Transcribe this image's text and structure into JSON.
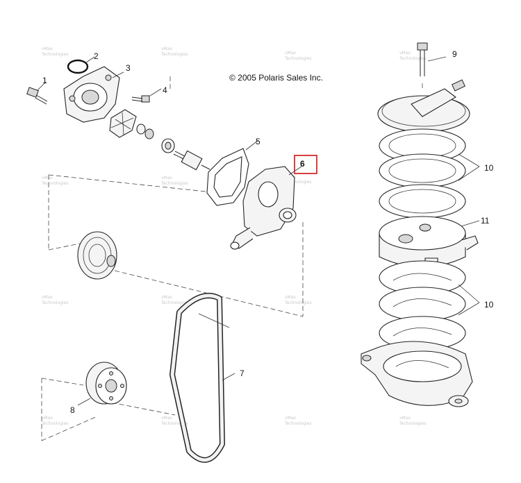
{
  "copyright": "© 2005 Polaris Sales Inc.",
  "watermark_lines": [
    "vMax",
    "Technologies"
  ],
  "callouts": [
    {
      "id": "1",
      "label": "1"
    },
    {
      "id": "2",
      "label": "2"
    },
    {
      "id": "3",
      "label": "3"
    },
    {
      "id": "4",
      "label": "4"
    },
    {
      "id": "5",
      "label": "5"
    },
    {
      "id": "6",
      "label": "6",
      "highlighted": true
    },
    {
      "id": "7",
      "label": "7"
    },
    {
      "id": "8",
      "label": "8"
    },
    {
      "id": "9",
      "label": "9"
    },
    {
      "id": "10a",
      "label": "10"
    },
    {
      "id": "11",
      "label": "11"
    },
    {
      "id": "10b",
      "label": "10"
    }
  ],
  "colors": {
    "highlight": "#d62a2a",
    "ink": "#222222",
    "watermark": "#c9c9c9"
  }
}
